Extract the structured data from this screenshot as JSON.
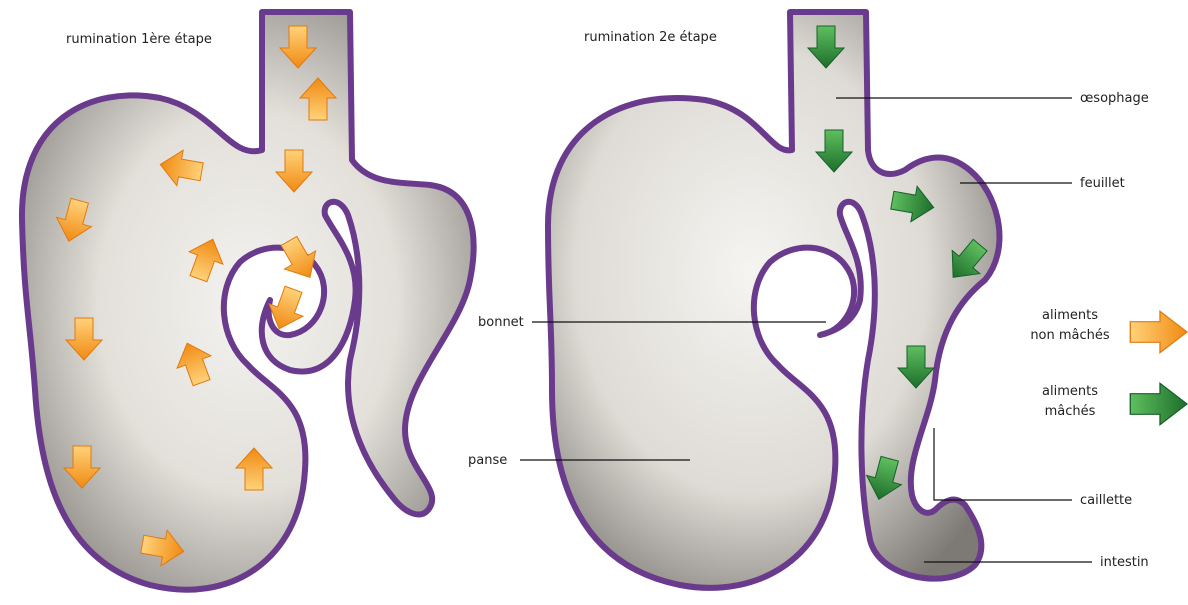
{
  "titles": {
    "stage1": "rumination 1ère étape",
    "stage2": "rumination 2e étape"
  },
  "labels": {
    "oesophage": "œsophage",
    "feuillet": "feuillet",
    "bonnet": "bonnet",
    "panse": "panse",
    "caillette": "caillette",
    "intestin": "intestin"
  },
  "legend": {
    "unchewed_line1": "aliments",
    "unchewed_line2": "non mâchés",
    "chewed_line1": "aliments",
    "chewed_line2": "mâchés"
  },
  "colors": {
    "wall": "#6a3a8c",
    "unchewed_arrow": "#f7a21b",
    "chewed_arrow": "#2e8b3a",
    "interior": "#d9d6d0"
  }
}
